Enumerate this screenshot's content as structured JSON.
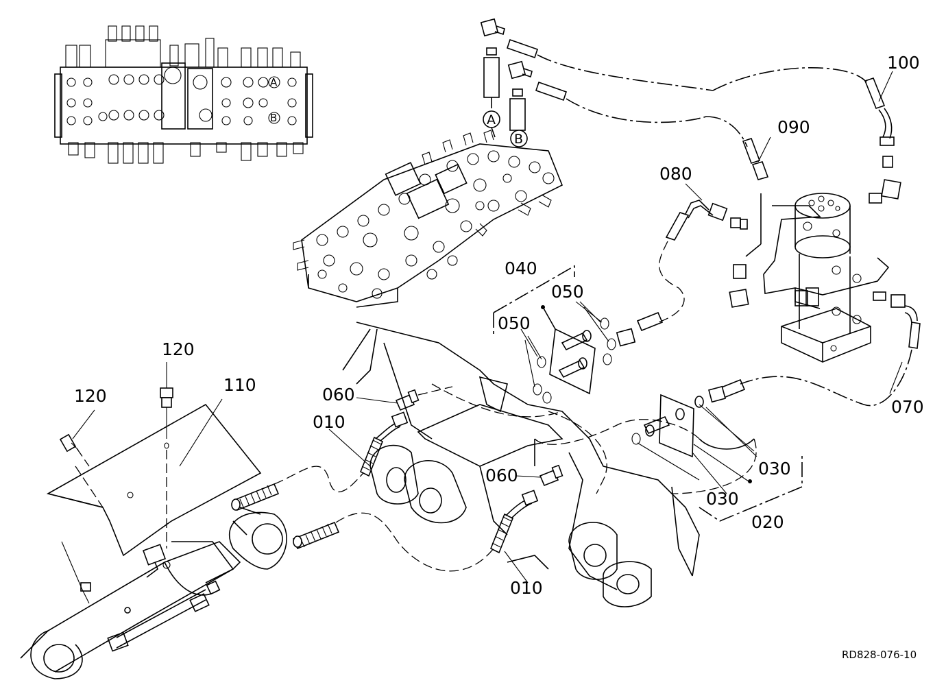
{
  "diagram_ref": "RD828-076-10",
  "callouts": {
    "p010a": "010",
    "p010b": "010",
    "p020": "020",
    "p030a": "030",
    "p030b": "030",
    "p040": "040",
    "p050a": "050",
    "p050b": "050",
    "p060a": "060",
    "p060b": "060",
    "p070": "070",
    "p080": "080",
    "p090": "090",
    "p100": "100",
    "p110": "110",
    "p120a": "120",
    "p120b": "120"
  },
  "port_markers": {
    "a": "A",
    "b": "B",
    "inset_a": "A",
    "inset_b": "B"
  }
}
